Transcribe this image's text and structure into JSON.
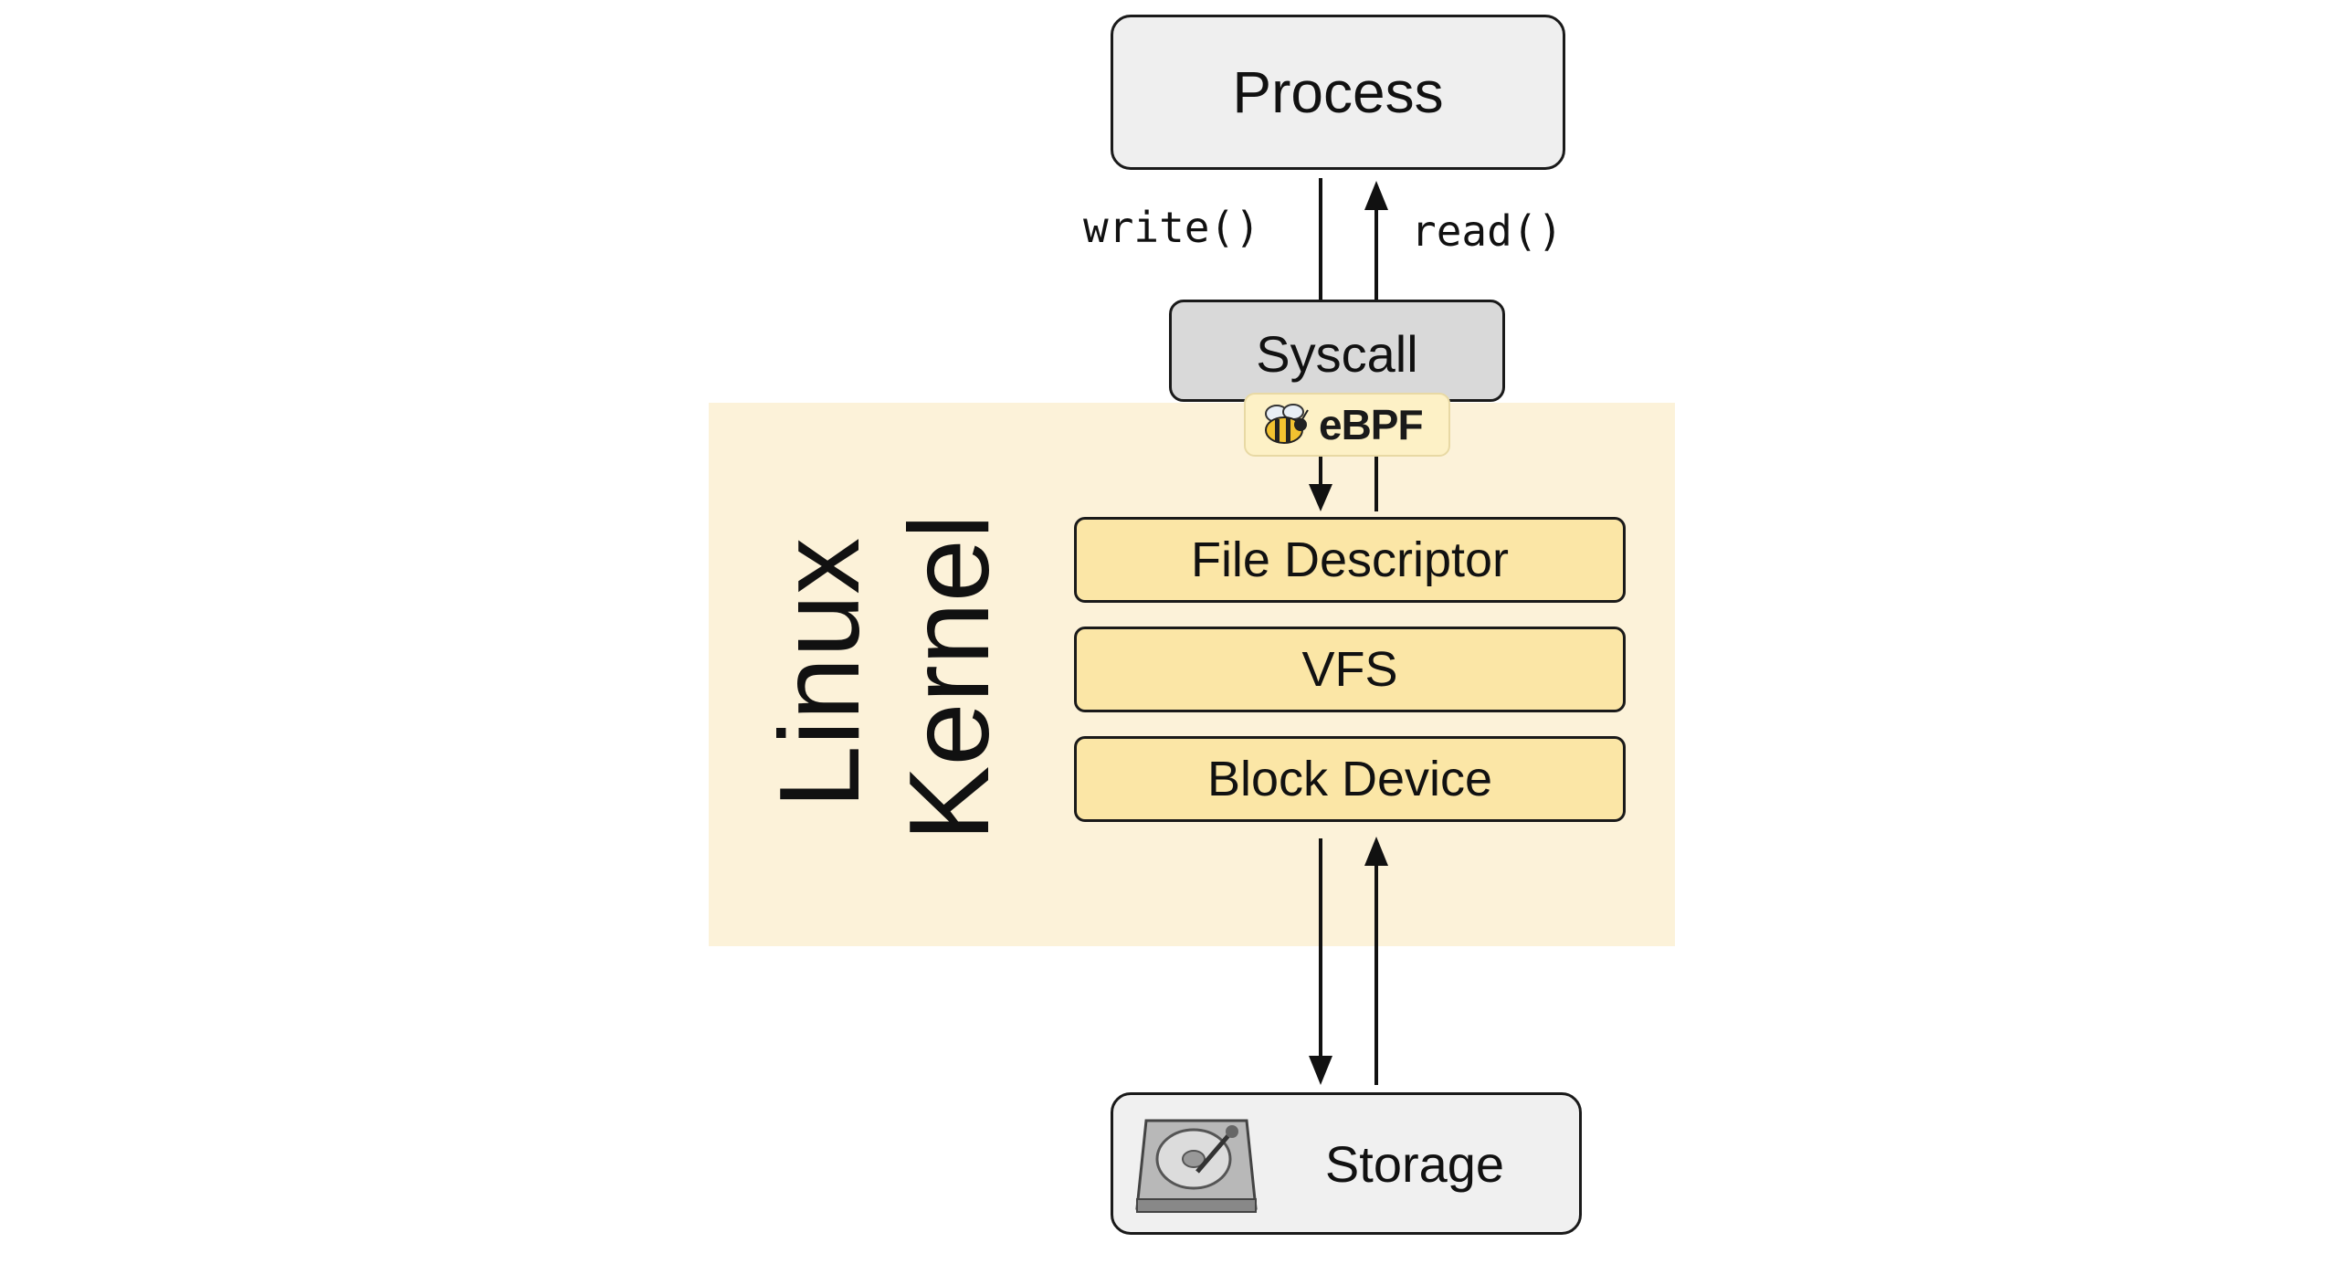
{
  "process": {
    "label": "Process"
  },
  "calls": {
    "write": "write()",
    "read": "read()"
  },
  "syscall": {
    "label": "Syscall"
  },
  "ebpf": {
    "label": "eBPF",
    "icon": "bee-icon"
  },
  "kernel": {
    "line1": "Linux",
    "line2": "Kernel",
    "color": "#fcf2d9"
  },
  "layers": [
    {
      "label": "File Descriptor"
    },
    {
      "label": "VFS"
    },
    {
      "label": "Block Device"
    }
  ],
  "storage": {
    "label": "Storage",
    "icon": "hard-drive-icon"
  }
}
